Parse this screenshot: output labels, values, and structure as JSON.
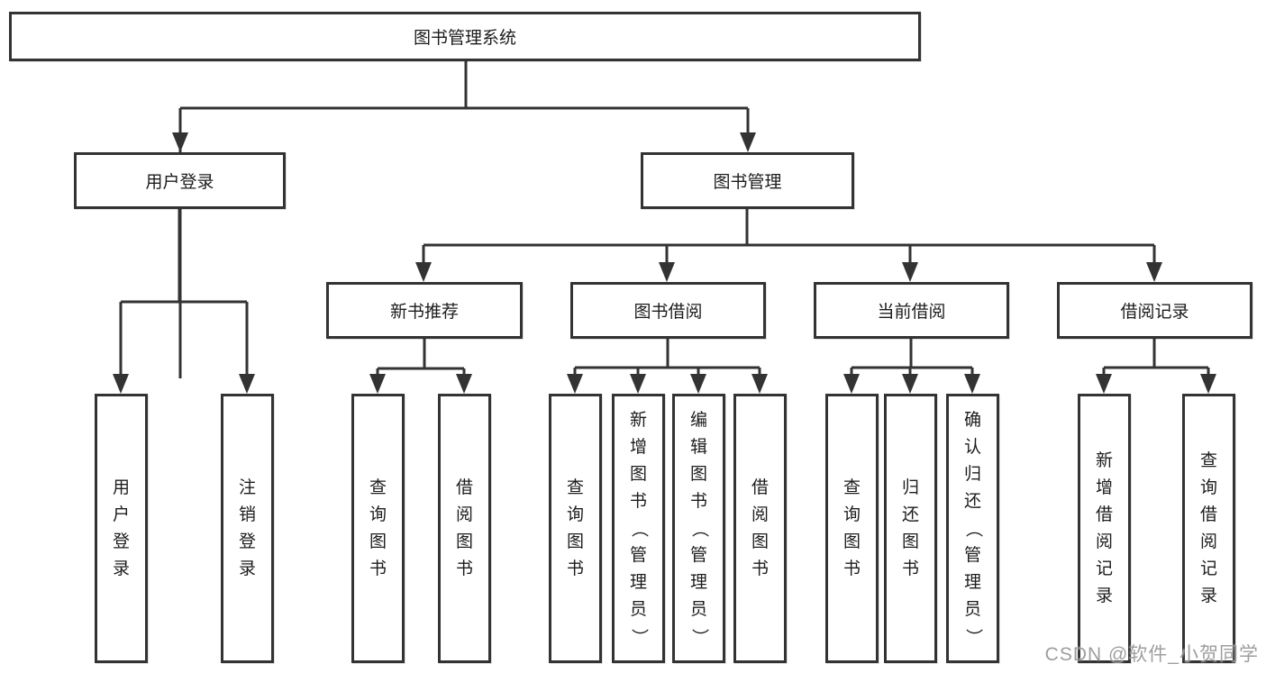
{
  "diagram": {
    "root": {
      "label": "图书管理系统"
    },
    "level2": [
      {
        "label": "用户登录"
      },
      {
        "label": "图书管理"
      }
    ],
    "level3": [
      {
        "label": "新书推荐"
      },
      {
        "label": "图书借阅"
      },
      {
        "label": "当前借阅"
      },
      {
        "label": "借阅记录"
      }
    ],
    "leaves": [
      {
        "parent": "用户登录",
        "label": "用户登录"
      },
      {
        "parent": "用户登录",
        "label": "注销登录"
      },
      {
        "parent": "新书推荐",
        "label": "查询图书"
      },
      {
        "parent": "新书推荐",
        "label": "借阅图书"
      },
      {
        "parent": "图书借阅",
        "label": "查询图书"
      },
      {
        "parent": "图书借阅",
        "label": "新增图书（管理员）"
      },
      {
        "parent": "图书借阅",
        "label": "编辑图书（管理员）"
      },
      {
        "parent": "图书借阅",
        "label": "借阅图书"
      },
      {
        "parent": "当前借阅",
        "label": "查询图书"
      },
      {
        "parent": "当前借阅",
        "label": "归还图书"
      },
      {
        "parent": "当前借阅",
        "label": "确认归还（管理员）"
      },
      {
        "parent": "借阅记录",
        "label": "新增借阅记录"
      },
      {
        "parent": "借阅记录",
        "label": "查询借阅记录"
      }
    ],
    "watermark": "CSDN @软件_小贺同学",
    "colors": {
      "line": "#333333",
      "text": "#1c1c1c",
      "box_bg": "#ffffff",
      "watermark": "#919191"
    }
  }
}
